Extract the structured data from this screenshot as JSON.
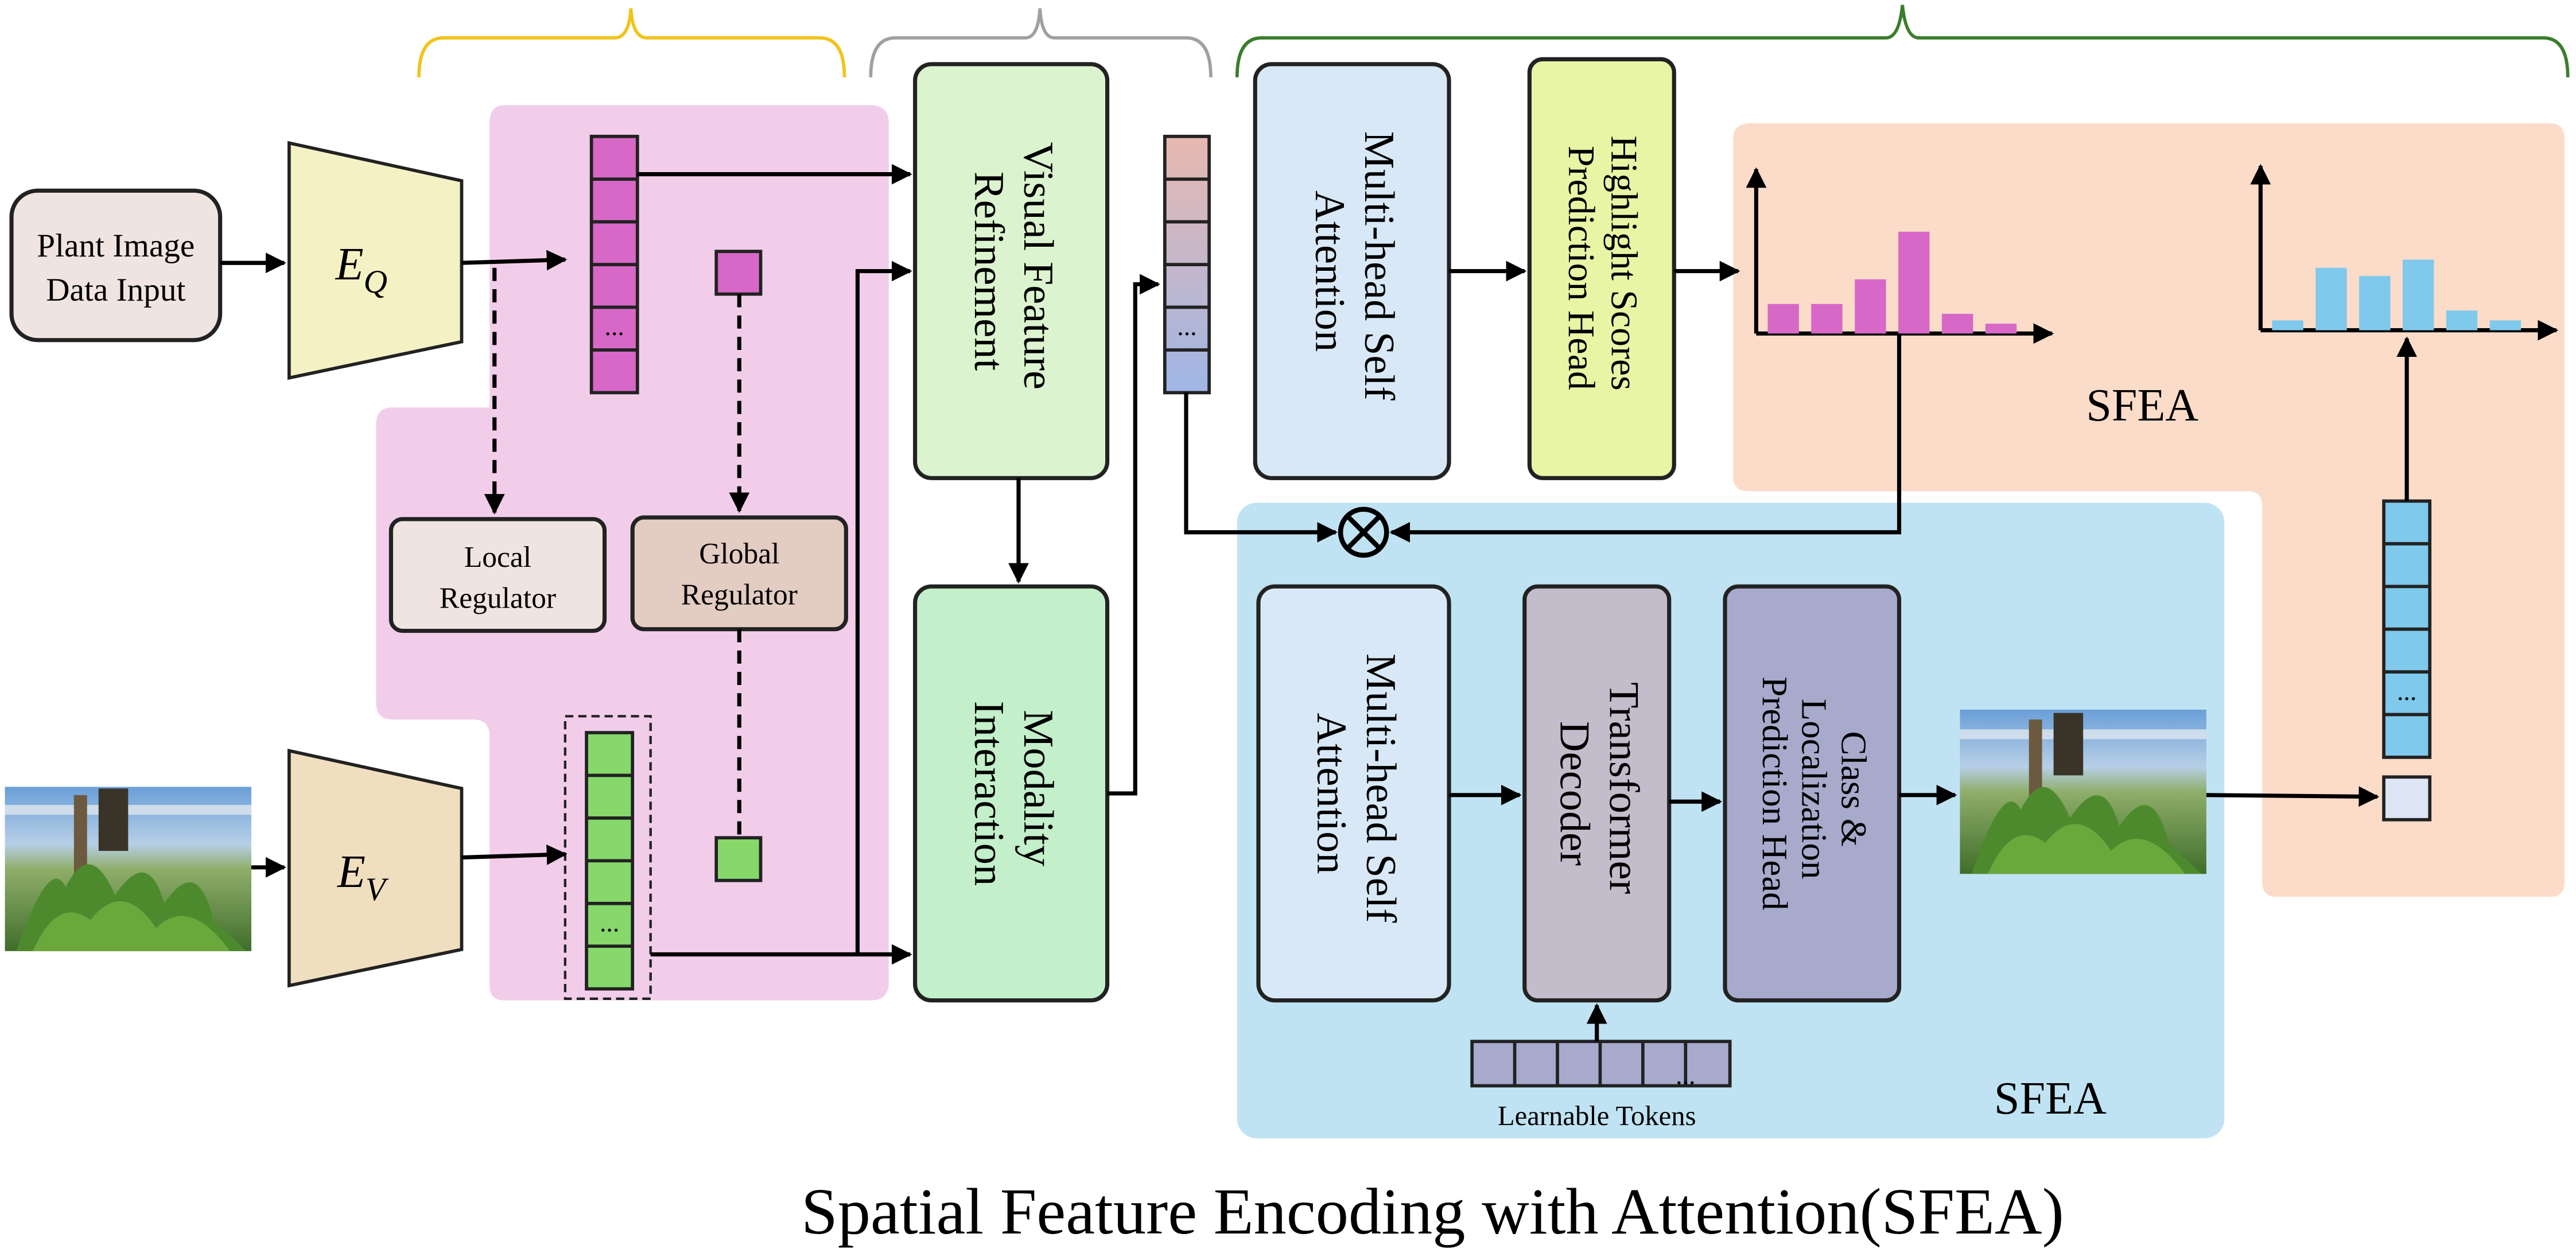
{
  "input": {
    "label_line1": "Plant Image",
    "label_line2": "Data Input"
  },
  "encoders": {
    "query_main": "E",
    "query_sub": "Q",
    "visual_main": "E",
    "visual_sub": "V"
  },
  "regulators": {
    "local_line1": "Local",
    "local_line2": "Regulator",
    "global_line1": "Global",
    "global_line2": "Regulator"
  },
  "blocks": {
    "visual_refinement_line1": "Visual Feature",
    "visual_refinement_line2": "Refinement",
    "modality_line1": "Modality",
    "modality_line2": "Interaction",
    "mhsa_top_line1": "Multi-head Self",
    "mhsa_top_line2": "Attention",
    "highlight_line1": "Highlight Scores",
    "highlight_line2": "Prediction Head",
    "mhsa_bottom_line1": "Multi-head Self",
    "mhsa_bottom_line2": "Attention",
    "decoder_line1": "Transformer",
    "decoder_line2": "Decoder",
    "class_line1": "Class  &",
    "class_line2": "Localization",
    "class_line3": "Prediction Head"
  },
  "learnable_tokens": "Learnable Tokens",
  "region_labels": {
    "orange": "SFEA",
    "blue": "SFEA"
  },
  "ellipsis": "...",
  "caption": "Spatial Feature Encoding with Attention(SFEA)",
  "colors": {
    "pink_region": "#f2cdea",
    "orange_region": "#fbdcc9",
    "blue_region": "#c0e3f3",
    "query_token": "#d768c7",
    "visual_token": "#86d86b",
    "attn_box": "#d8e8f6",
    "highlight_box": "#e7f5a5",
    "visual_refine_box": "#dcf3cf",
    "modality_box": "#c3efcb",
    "decoder_box": "#c2bccb",
    "class_box": "#a7aacb",
    "bar_pink": "#d768c7",
    "bar_blue": "#7ec9ec"
  },
  "chart_data": [
    {
      "type": "bar",
      "title": "",
      "values": [
        0.18,
        0.18,
        0.33,
        0.62,
        0.12,
        0.06
      ]
    },
    {
      "type": "bar",
      "title": "",
      "values": [
        0.06,
        0.38,
        0.33,
        0.43,
        0.12,
        0.06
      ]
    }
  ]
}
